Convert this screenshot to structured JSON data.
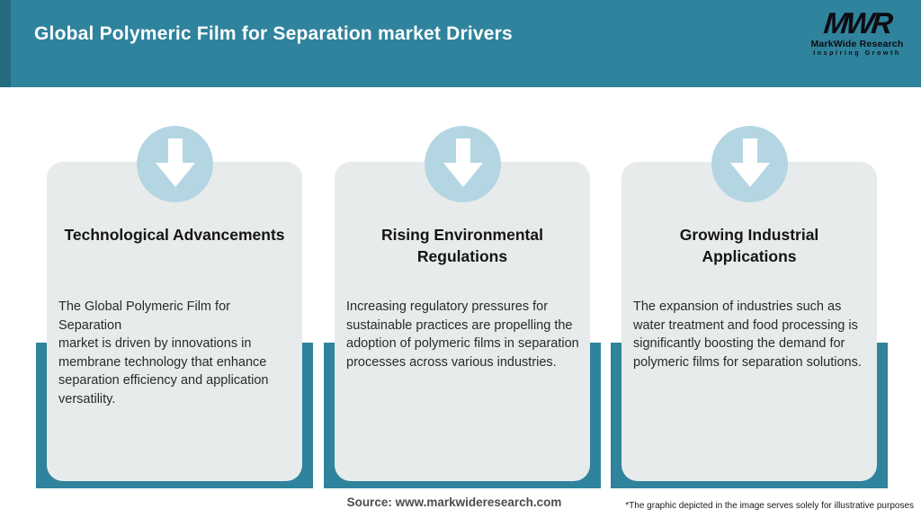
{
  "header": {
    "title": "Global Polymeric Film for Separation market Drivers",
    "logo": {
      "acronym": "MWR",
      "name": "MarkWide Research",
      "tagline": "Inspiring Growth"
    }
  },
  "cards": [
    {
      "icon": "down-arrow-icon",
      "title": "Technological Advancements",
      "body": "The Global Polymeric Film for Separation\nmarket is driven by innovations in\nmembrane technology that enhance\nseparation efficiency and application\nversatility."
    },
    {
      "icon": "down-arrow-icon",
      "title": "Rising Environmental\nRegulations",
      "body": "Increasing regulatory pressures for\nsustainable practices are propelling the\nadoption of polymeric films in separation\nprocesses across various industries."
    },
    {
      "icon": "down-arrow-icon",
      "title": "Growing Industrial\nApplications",
      "body": "The expansion of industries such as\nwater treatment and food processing is\nsignificantly boosting the demand for\npolymeric films for separation solutions."
    }
  ],
  "footer": {
    "source": "Source: www.markwideresearch.com",
    "disclaimer": "*The graphic depicted in the image serves solely for illustrative purposes"
  },
  "colors": {
    "teal": "#2f839c",
    "teal_dark_edge": "#256b80",
    "card_background": "#e8ebeb",
    "circle_blue": "#b4d6e2",
    "arrow_white": "#ffffff",
    "title_text": "#151515",
    "body_text": "#2a2a2a",
    "source_text": "#4d4d4d"
  }
}
